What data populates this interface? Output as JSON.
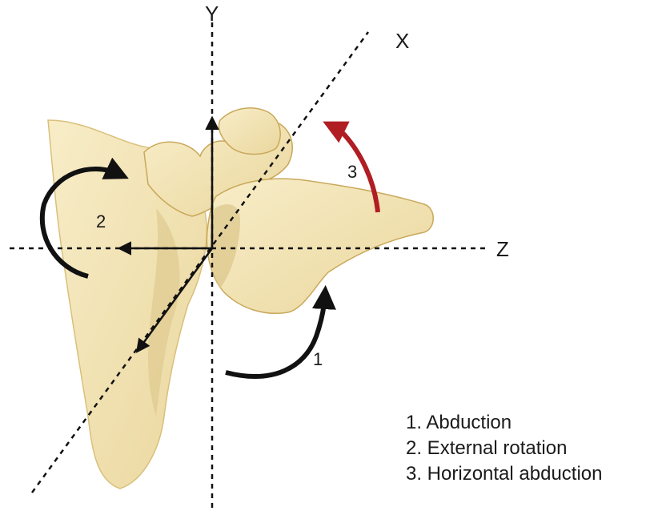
{
  "axes": {
    "x_label": "X",
    "y_label": "Y",
    "z_label": "Z"
  },
  "motions": [
    {
      "number": "1",
      "name": "Abduction",
      "arrow_color": "#111111"
    },
    {
      "number": "2",
      "name": "External rotation",
      "arrow_color": "#111111"
    },
    {
      "number": "3",
      "name": "Horizontal abduction",
      "arrow_color": "#b01e23"
    }
  ],
  "legend": {
    "item_1": "1. Abduction",
    "item_2": "2. External rotation",
    "item_3": "3. Horizontal abduction"
  },
  "colors": {
    "bone_fill": "#f3e6b8",
    "bone_outline": "#c9a85a",
    "bone_shadow": "#d8c184",
    "axis_line": "#111111",
    "red_arrow": "#b01e23"
  }
}
